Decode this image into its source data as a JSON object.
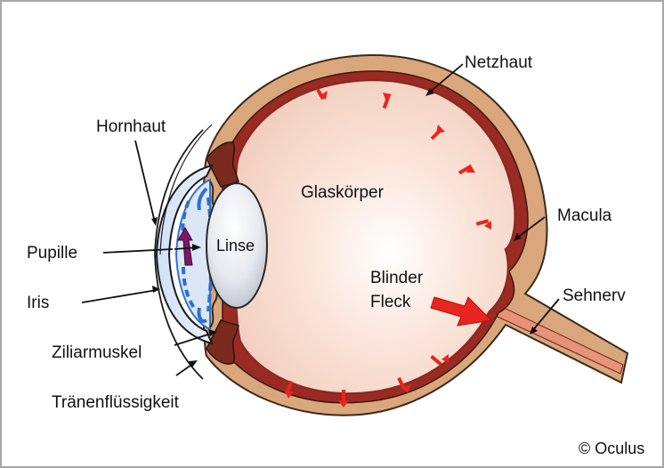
{
  "labels": {
    "netzhaut": "Netzhaut",
    "hornhaut": "Hornhaut",
    "glaskoerper": "Glaskörper",
    "macula": "Macula",
    "pupille": "Pupille",
    "linse": "Linse",
    "blinder_fleck_1": "Blinder",
    "blinder_fleck_2": "Fleck",
    "sehnerv": "Sehnerv",
    "iris": "Iris",
    "ziliarmuskel": "Ziliarmuskel",
    "traenenfluessigkeit": "Tränenflüssigkeit"
  },
  "copyright": "© Oculus",
  "colors": {
    "outer_wall": "#d9a77b",
    "vitreous": "#f7d9cc",
    "retina_line": "#b5302a",
    "choroid": "#9b2a22",
    "iris_blue": "#2f6fd0",
    "lens": "#dfe3ea",
    "marker_red": "#e8261f",
    "pupil_arrow": "#7a1a6a"
  }
}
